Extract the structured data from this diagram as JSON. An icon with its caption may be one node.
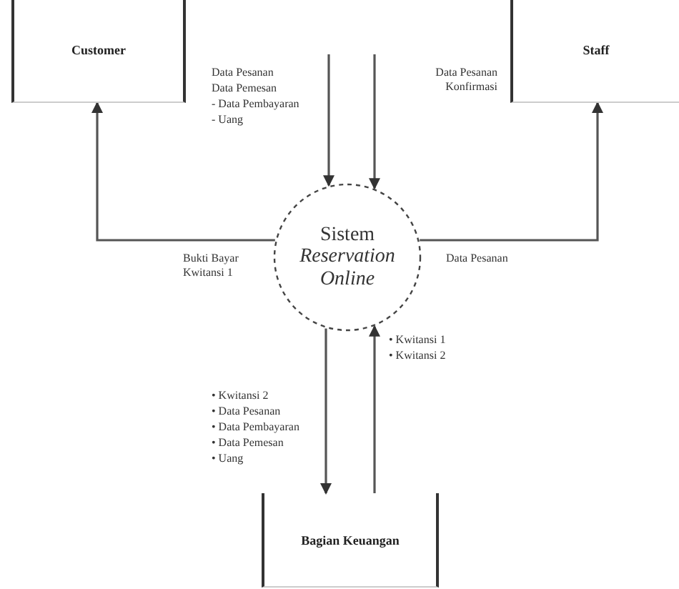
{
  "diagram": {
    "nodes": [
      {
        "text": [
          "Customer"
        ]
      },
      {
        "text": [
          "Staff"
        ]
      },
      {
        "text": [
          "Sistem",
          "Reservation Online"
        ]
      },
      {
        "text": [
          "Bagian Keuangan"
        ]
      }
    ],
    "edges": [
      {
        "from": null,
        "to": 2,
        "arrow": "to"
      },
      {
        "from": null,
        "to": 2,
        "arrow": "to"
      },
      {
        "from": 2,
        "to": 0,
        "arrow": "to",
        "label": "Bukti Bayar Kwitansi 1"
      },
      {
        "from": 2,
        "to": 1,
        "arrow": "to",
        "label": "Data Pesanan"
      },
      {
        "from": 2,
        "to": 3,
        "arrow": "to"
      },
      {
        "from": 3,
        "to": 2,
        "arrow": "to"
      }
    ],
    "labels": [
      "Data Pesanan",
      "Data Pemesan",
      "- Data Pembayaran",
      "- Uang",
      "Data Pesanan Konfirmasi",
      "• Kwitansi 1",
      "• Kwitansi 2",
      "• Kwitansi 2",
      "• Data Pesanan",
      "• Data Pembayaran",
      "• Data Pemesan",
      "• Uang"
    ]
  }
}
